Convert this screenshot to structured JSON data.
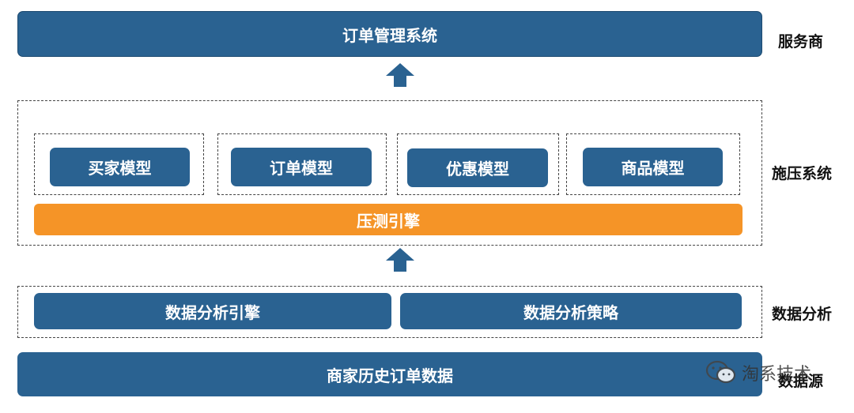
{
  "top": {
    "system": "订单管理系统",
    "side_label": "服务商"
  },
  "stress": {
    "side_label": "施压系统",
    "models": [
      "买家模型",
      "订单模型",
      "优惠模型",
      "商品模型"
    ],
    "engine": "压测引擎"
  },
  "analysis": {
    "side_label": "数据分析",
    "engine": "数据分析引擎",
    "strategy": "数据分析策略"
  },
  "source": {
    "data": "商家历史订单数据",
    "side_label": "数据源"
  },
  "watermark": {
    "text": "淘系技术",
    "icon": "wechat-icon"
  },
  "colors": {
    "block": "#2a6291",
    "engine": "#f59427",
    "text": "#ffffff"
  }
}
